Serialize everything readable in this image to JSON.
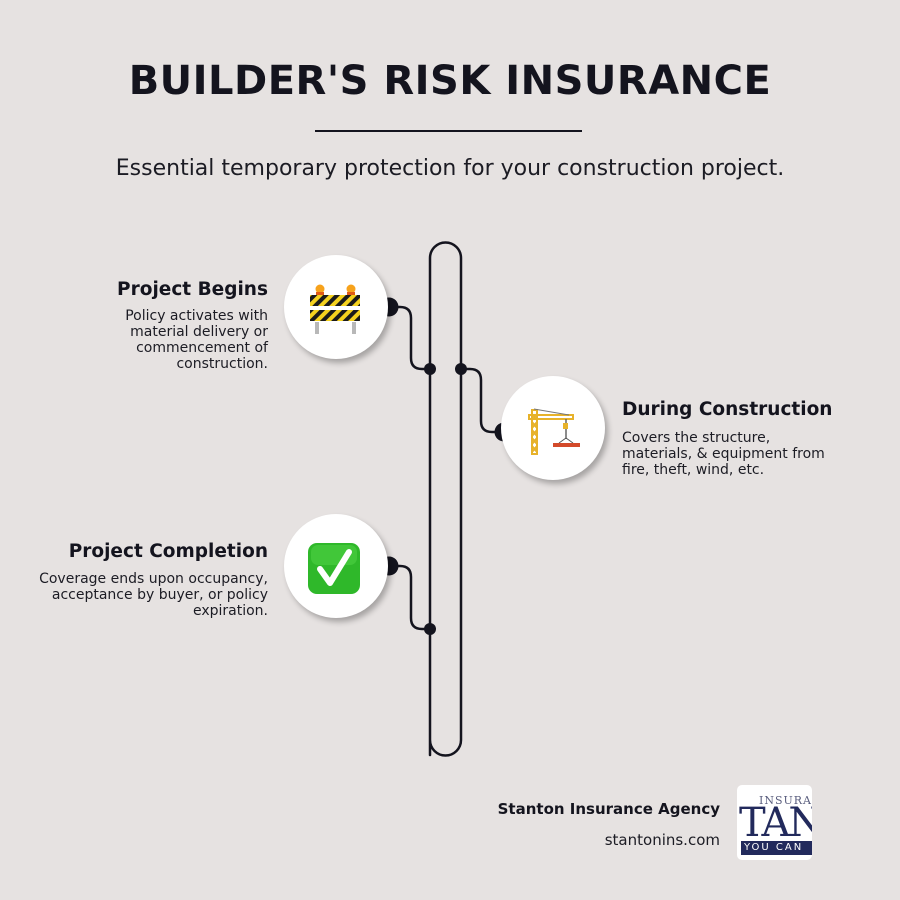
{
  "header": {
    "title": "BUILDER'S RISK INSURANCE",
    "subtitle": "Essential temporary protection for your construction project."
  },
  "steps": [
    {
      "title": "Project Begins",
      "description": "Policy activates with material delivery or commencement of construction.",
      "icon": "road-barrier-icon",
      "side": "left"
    },
    {
      "title": "During Construction",
      "description": "Covers the structure, materials, & equipment from fire, theft, wind, etc.",
      "icon": "construction-crane-icon",
      "side": "right"
    },
    {
      "title": "Project Completion",
      "description": "Coverage ends upon occupancy, acceptance by buyer, or policy expiration.",
      "icon": "check-mark-icon",
      "side": "left"
    }
  ],
  "footer": {
    "agency": "Stanton Insurance Agency",
    "website": "stantonins.com",
    "logo": {
      "line1": "INSURA",
      "line2": "TAN",
      "line3": "YOU CAN"
    }
  },
  "colors": {
    "background": "#e6e2e1",
    "ink": "#14141e",
    "check_green": "#2fb82a",
    "logo_navy": "#222a5c"
  }
}
